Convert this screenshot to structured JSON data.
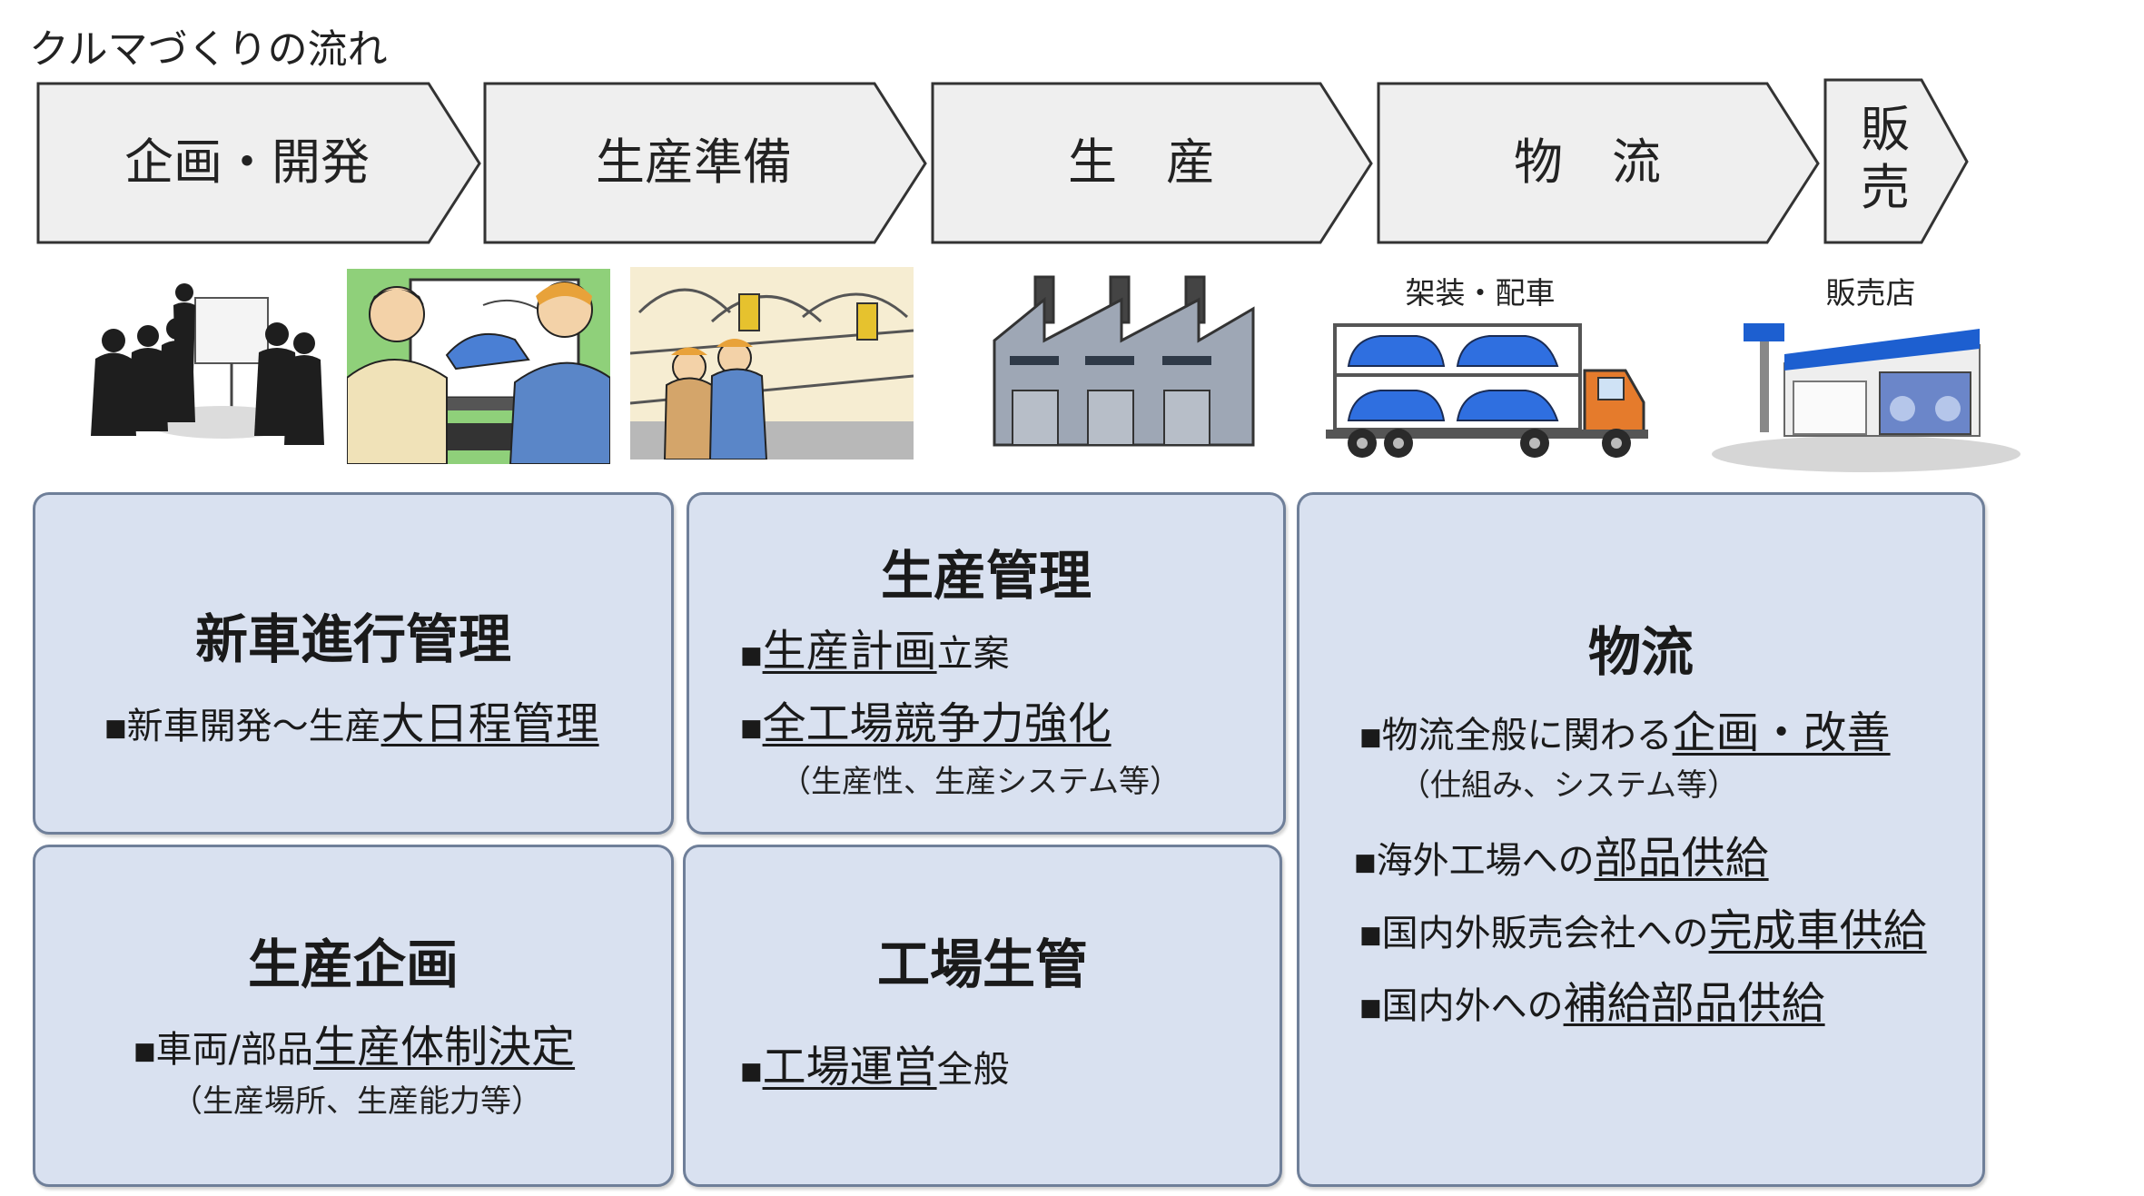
{
  "title": "クルマづくりの流れ",
  "stages": [
    {
      "label": "企画・開発"
    },
    {
      "label": "生産準備"
    },
    {
      "label": "生　産"
    },
    {
      "label": "物　流"
    },
    {
      "label_line1": "販",
      "label_line2": "売"
    }
  ],
  "captions": {
    "body_build": "架装・配車",
    "dealer": "販売店"
  },
  "boxes": {
    "new_car": {
      "heading": "新車進行管理",
      "bullets": [
        {
          "prefix": "新車開発～生産",
          "emph": "大日程管理",
          "suffix": ""
        }
      ]
    },
    "prod_planning": {
      "heading": "生産企画",
      "bullets": [
        {
          "prefix": "車両/部品",
          "emph": "生産体制決定",
          "suffix": ""
        }
      ],
      "note": "（生産場所、生産能力等）"
    },
    "prod_control": {
      "heading": "生産管理",
      "bullets": [
        {
          "prefix": "",
          "emph": "生産計画",
          "suffix": "立案"
        },
        {
          "prefix": "",
          "emph": "全工場競争力強化",
          "suffix": ""
        }
      ],
      "note": "（生産性、生産システム等）"
    },
    "factory": {
      "heading": "工場生管",
      "bullets": [
        {
          "prefix": "",
          "emph": "工場運営",
          "suffix": "全般"
        }
      ]
    },
    "logistics": {
      "heading": "物流",
      "bullets": [
        {
          "prefix": "物流全般に関わる",
          "emph": "企画・改善",
          "suffix": ""
        },
        {
          "prefix": "海外工場への",
          "emph": "部品供給",
          "suffix": ""
        },
        {
          "prefix": "国内外販売会社への",
          "emph": "完成車供給",
          "suffix": ""
        },
        {
          "prefix": "国内外への",
          "emph": "補給部品供給",
          "suffix": ""
        }
      ],
      "note": "（仕組み、システム等）"
    }
  },
  "bullet_char": "■",
  "colors": {
    "arrow_fill": "#efefef",
    "arrow_stroke": "#333333",
    "box_fill": "#d9e1f0",
    "box_border": "#6f7f99"
  }
}
